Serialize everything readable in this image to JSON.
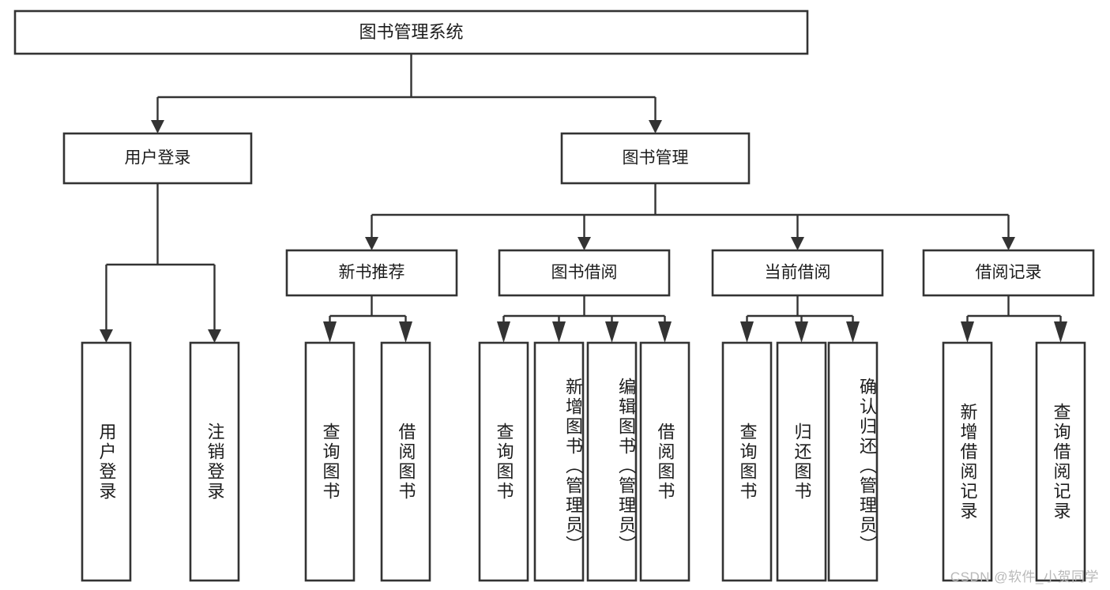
{
  "diagram": {
    "type": "hierarchy-tree",
    "title": "图书管理系统",
    "colors": {
      "box_stroke": "#333333",
      "box_fill": "#ffffff",
      "connector": "#333333",
      "text": "#1c1c1c",
      "watermark": "#b9b9b9",
      "background": "#ffffff"
    },
    "root": {
      "label": "图书管理系统"
    },
    "level2": [
      {
        "label": "用户登录"
      },
      {
        "label": "图书管理"
      }
    ],
    "level3": [
      {
        "label": "新书推荐"
      },
      {
        "label": "图书借阅"
      },
      {
        "label": "当前借阅"
      },
      {
        "label": "借阅记录"
      }
    ],
    "leaves": {
      "user_login": [
        {
          "label": "用户登录"
        },
        {
          "label": "注销登录"
        }
      ],
      "new_book_recommend": [
        {
          "label": "查询图书"
        },
        {
          "label": "借阅图书"
        }
      ],
      "book_borrow": [
        {
          "label": "查询图书"
        },
        {
          "label": "新增图书（管理员）"
        },
        {
          "label": "编辑图书（管理员）"
        },
        {
          "label": "借阅图书"
        }
      ],
      "current_borrow": [
        {
          "label": "查询图书"
        },
        {
          "label": "归还图书"
        },
        {
          "label": "确认归还（管理员）"
        }
      ],
      "borrow_record": [
        {
          "label": "新增借阅记录"
        },
        {
          "label": "查询借阅记录"
        }
      ]
    },
    "watermark": "CSDN @软件_小贺同学"
  }
}
